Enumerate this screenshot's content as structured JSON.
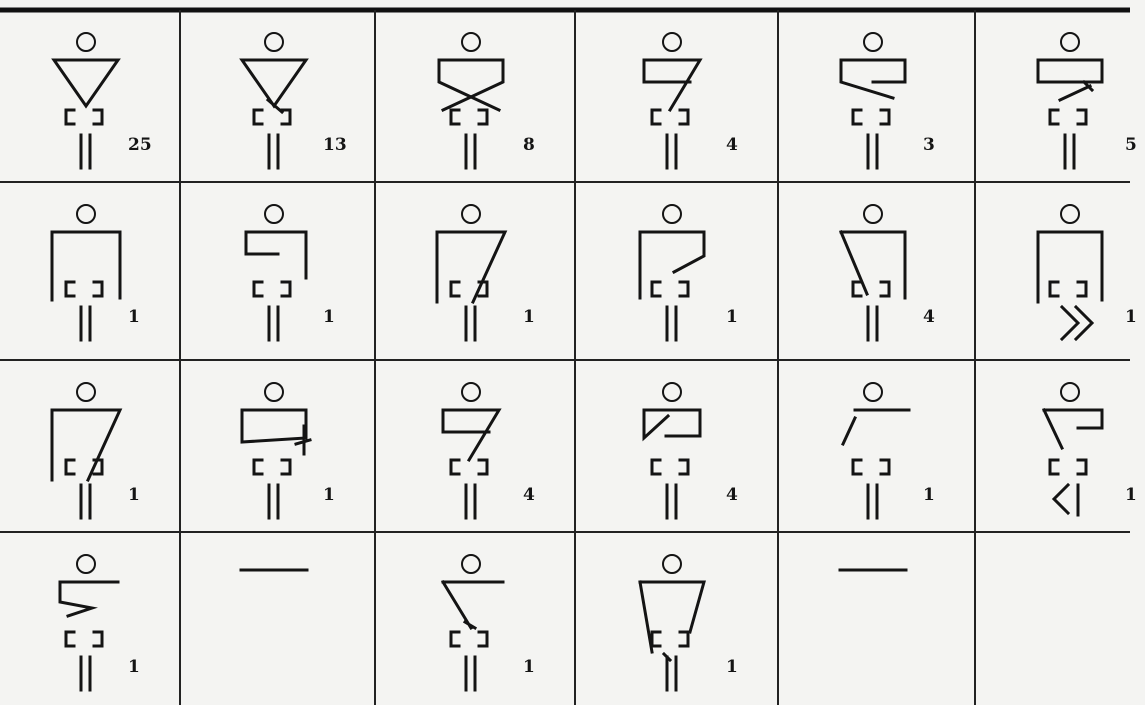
{
  "grid": {
    "rows": 4,
    "cols": 6
  },
  "cells": [
    {
      "count": "25",
      "variant": "triangle"
    },
    {
      "count": "13",
      "variant": "triangle-cross"
    },
    {
      "count": "8",
      "variant": "bow-cross"
    },
    {
      "count": "4",
      "variant": "box-diag-right"
    },
    {
      "count": "3",
      "variant": "box-zigzag"
    },
    {
      "count": "5",
      "variant": "box-arrow"
    },
    {
      "count": "1",
      "variant": "frame"
    },
    {
      "count": "1",
      "variant": "frame-hook"
    },
    {
      "count": "1",
      "variant": "frame-slant"
    },
    {
      "count": "1",
      "variant": "frame-slash"
    },
    {
      "count": "4",
      "variant": "frame-v"
    },
    {
      "count": "1",
      "variant": "frame-chevron"
    },
    {
      "count": "1",
      "variant": "frame-slant"
    },
    {
      "count": "1",
      "variant": "box-cross"
    },
    {
      "count": "4",
      "variant": "box-diag-right"
    },
    {
      "count": "4",
      "variant": "box-diag-left"
    },
    {
      "count": "1",
      "variant": "bar-slash"
    },
    {
      "count": "1",
      "variant": "v-less"
    },
    {
      "count": "1",
      "variant": "bar-zigzag"
    },
    {
      "count": "",
      "variant": "bar-only"
    },
    {
      "count": "1",
      "variant": "bar-v-knot"
    },
    {
      "count": "1",
      "variant": "trapezoid"
    },
    {
      "count": "",
      "variant": "bar-only"
    },
    {
      "count": "",
      "variant": "empty"
    }
  ]
}
